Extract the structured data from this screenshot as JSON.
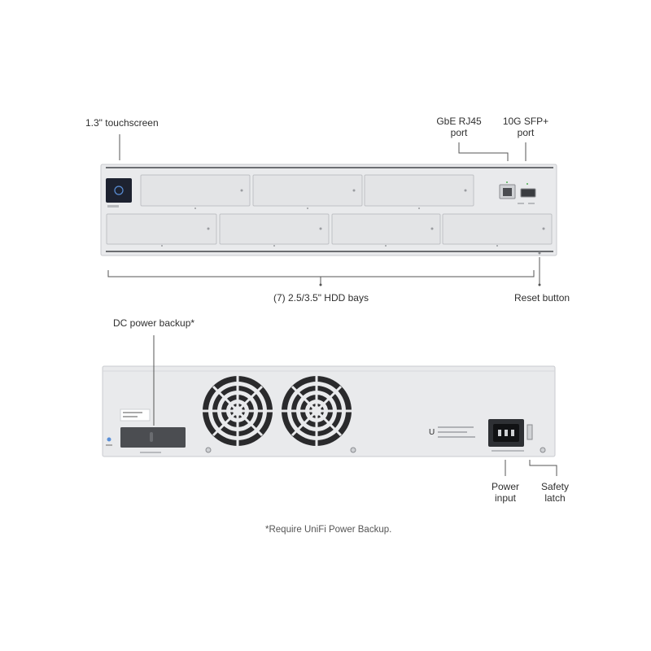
{
  "front_callouts": {
    "touchscreen": "1.3\" touchscreen",
    "rj45": "GbE RJ45\nport",
    "sfp": "10G SFP+\nport",
    "hdd_bays": "(7) 2.5/3.5\" HDD bays",
    "reset": "Reset button"
  },
  "rear_callouts": {
    "dc_backup": "DC power backup*",
    "power_input": "Power\ninput",
    "safety_latch": "Safety\nlatch"
  },
  "footnote": "*Require UniFi Power Backup.",
  "colors": {
    "chassis": "#e9eaec",
    "chassis_edge": "#c9cbcf",
    "bay_face": "#e3e4e6",
    "leader_line": "#555555",
    "fan_dark": "#2a2a2c"
  }
}
